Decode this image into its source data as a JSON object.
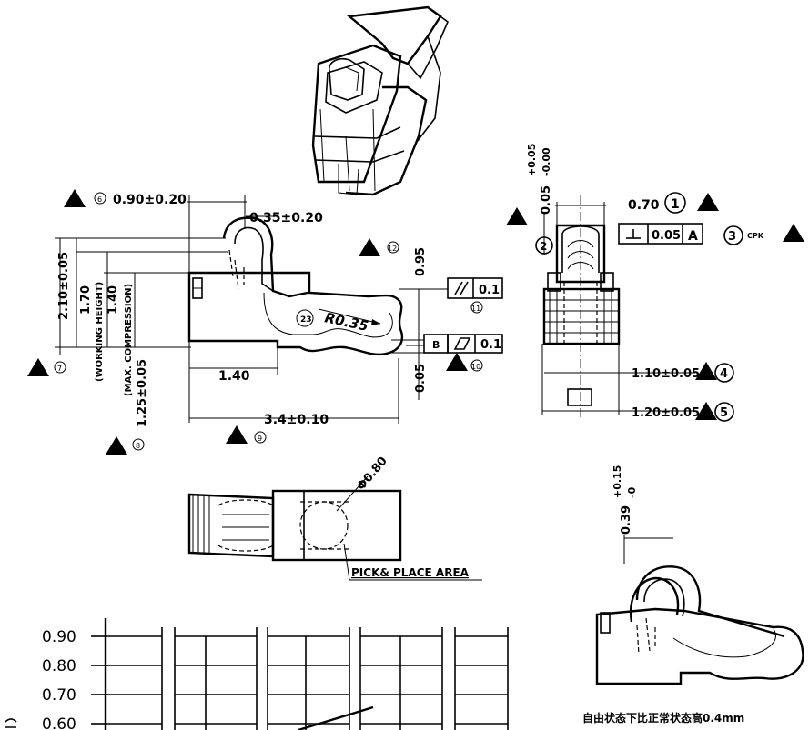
{
  "dimensions": {
    "d_090": "0.90±0.20",
    "d_035": "0.35±0.20",
    "d_210": "2.10±0.05",
    "d_170": "1.70",
    "d_170_note": "(WORKING HEIGHT)",
    "d_140v": "1.40",
    "d_140v_note": "(MAX. COMPRESSION)",
    "d_125": "1.25±0.05",
    "d_140h": "1.40",
    "d_340": "3.4±0.10",
    "d_095": "0.95",
    "d_005v": "0.05",
    "radius": "R0.35",
    "d_070": "0.70",
    "d_005tol": "0.05",
    "d_005tol_sup": "+0.05",
    "d_005tol_sub": "-0.00",
    "d_110": "1.10±0.05",
    "d_120": "1.20±0.05",
    "d_phi080": "Φ0.80",
    "d_039": "0.39",
    "d_039_sup": "+0.15",
    "d_039_sub": "-0"
  },
  "tolerance_frames": {
    "parallel_value": "0.1",
    "flat_datum": "B",
    "flat_value": "0.1",
    "perp_value": "0.05",
    "perp_datum": "A"
  },
  "markers": {
    "m1": "1",
    "m2": "2",
    "m3": "3",
    "m4": "4",
    "m5": "5",
    "m6": "6",
    "m7": "7",
    "m8": "8",
    "m9": "9",
    "m10": "10",
    "m11": "11",
    "m12": "12",
    "m23": "23",
    "cpk": "CPK"
  },
  "labels": {
    "pick_place": "PICK& PLACE AREA",
    "free_state_note": "自由状态下比正常状态高0.4mm"
  },
  "chart_partial": {
    "y_ticks": [
      "0.90",
      "0.80",
      "0.70",
      "0.60"
    ]
  }
}
